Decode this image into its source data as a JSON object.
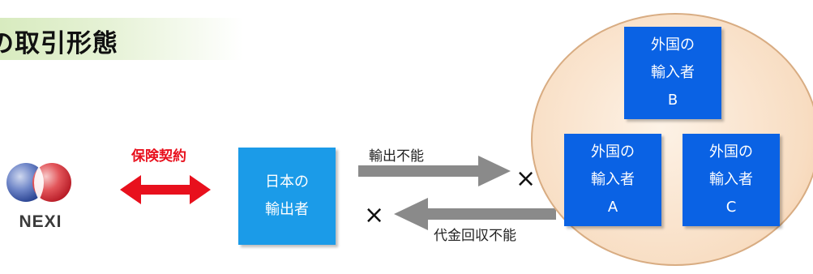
{
  "header": {
    "title": "の取引形態"
  },
  "nexi": {
    "logo_text": "NEXI"
  },
  "contract": {
    "label": "保険契約"
  },
  "exporter": {
    "line1": "日本の",
    "line2": "輸出者"
  },
  "flows": {
    "export_label": "輸出不能",
    "payment_label": "代金回収不能",
    "fail_mark": "×"
  },
  "importers": [
    {
      "line1": "外国の",
      "line2": "輸入者",
      "letter": "B"
    },
    {
      "line1": "外国の",
      "line2": "輸入者",
      "letter": "A"
    },
    {
      "line1": "外国の",
      "line2": "輸入者",
      "letter": "C"
    }
  ],
  "colors": {
    "exporter_box": "#1b9be8",
    "importer_box": "#0a62e4",
    "contract_red": "#e8101d",
    "header_green": "#d8ebbf",
    "circle_fill": "#f8ddc2"
  },
  "icons": {
    "logo": "nexi-logo-icon",
    "contract_arrow": "double-arrow-icon",
    "flow_arrow": "arrow-icon",
    "fail": "cross-mark-icon"
  }
}
